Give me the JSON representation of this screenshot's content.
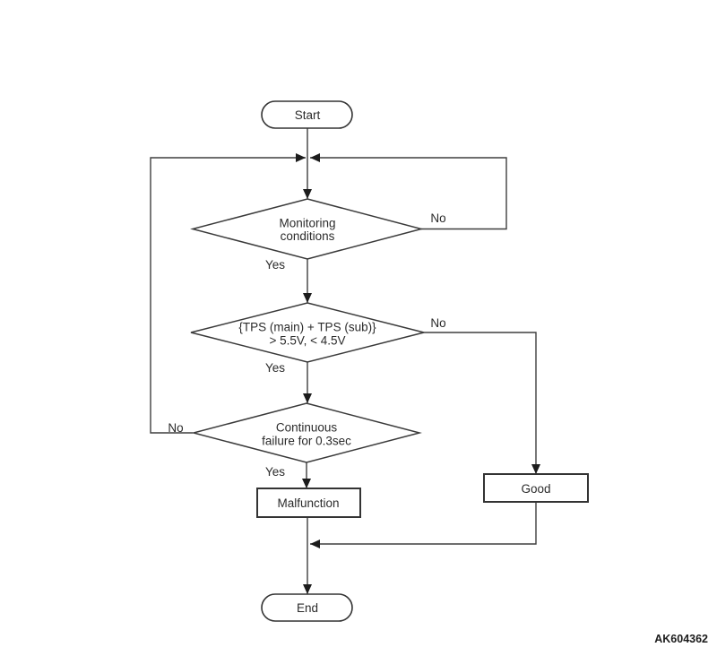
{
  "figure": {
    "code": "AK604362",
    "kind": "diagnostic-monitor-flowchart"
  },
  "nodes": {
    "start": {
      "shape": "terminator",
      "label": "Start"
    },
    "monitoring": {
      "shape": "decision",
      "line1": "Monitoring",
      "line2": "conditions"
    },
    "tps": {
      "shape": "decision",
      "line1": "{TPS (main) + TPS (sub)}",
      "line2": "> 5.5V, < 4.5V"
    },
    "continuous": {
      "shape": "decision",
      "line1": "Continuous",
      "line2": "failure for 0.3sec"
    },
    "malfunction": {
      "shape": "process",
      "label": "Malfunction"
    },
    "good": {
      "shape": "process",
      "label": "Good"
    },
    "end": {
      "shape": "terminator",
      "label": "End"
    }
  },
  "edge_labels": {
    "monitoring_yes": "Yes",
    "monitoring_no": "No",
    "tps_yes": "Yes",
    "tps_no": "No",
    "continuous_yes": "Yes",
    "continuous_no": "No"
  },
  "edges": [
    {
      "from": "start",
      "to": "loop-junction",
      "label": ""
    },
    {
      "from": "loop-junction",
      "to": "monitoring",
      "label": ""
    },
    {
      "from": "monitoring",
      "to": "tps",
      "label": "Yes"
    },
    {
      "from": "monitoring",
      "to": "loop-junction",
      "label": "No"
    },
    {
      "from": "tps",
      "to": "continuous",
      "label": "Yes"
    },
    {
      "from": "tps",
      "to": "good",
      "label": "No"
    },
    {
      "from": "continuous",
      "to": "malfunction",
      "label": "Yes"
    },
    {
      "from": "continuous",
      "to": "loop-junction",
      "label": "No"
    },
    {
      "from": "malfunction",
      "to": "end",
      "label": ""
    },
    {
      "from": "good",
      "to": "end",
      "label": ""
    }
  ],
  "colors": {
    "background": "#ffffff",
    "line": "#3f3f3f",
    "text": "#2b2b2b"
  }
}
